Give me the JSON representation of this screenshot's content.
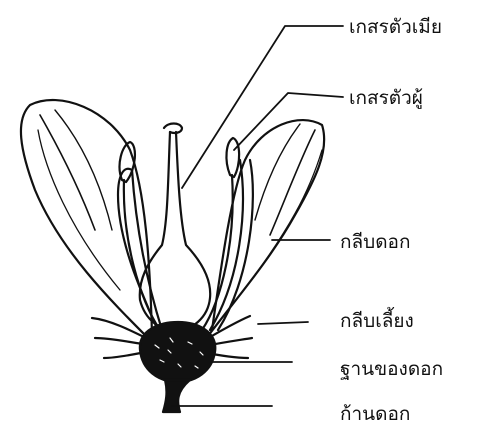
{
  "labels": {
    "pistil": "เกสรตัวเมีย",
    "stamen": "เกสรตัวผู้",
    "petal": "กลีบดอก",
    "sepal": "กลีบเลี้ยง",
    "receptacle": "ฐานของดอก",
    "pedicel": "ก้านดอก"
  },
  "colors": {
    "ink": "#111111",
    "background": "#ffffff"
  }
}
